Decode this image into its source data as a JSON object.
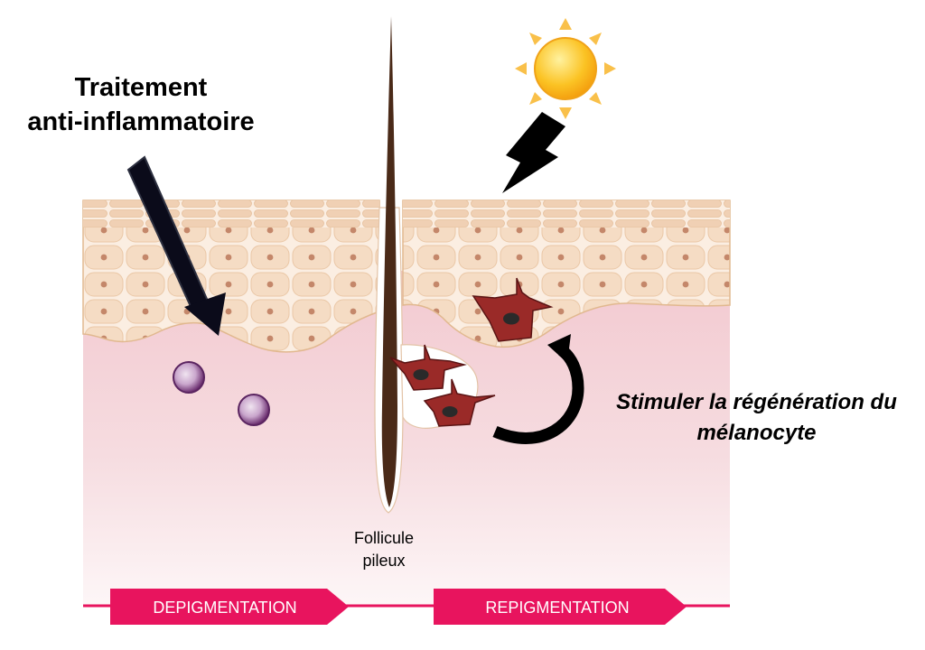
{
  "labels": {
    "treatment_line1": "Traitement",
    "treatment_line2": "anti-inflammatoire",
    "stimulate_line1": "Stimuler la régénération du",
    "stimulate_line2": "mélanocyte",
    "follicle_line1": "Follicule",
    "follicle_line2": "pileux"
  },
  "banners": {
    "left": "DEPIGMENTATION",
    "right": "REPIGMENTATION"
  },
  "colors": {
    "banner": "#e8145e",
    "dermis": "#f2d2d7",
    "keratinocyte": "#f5dcc4",
    "nucleus": "#c4876a",
    "melanocyte": "#9a2a28",
    "immune_cell": "#6a2d6e",
    "hair": "#4a2a18",
    "sun": "#f7b316",
    "arrow": "#000000"
  }
}
